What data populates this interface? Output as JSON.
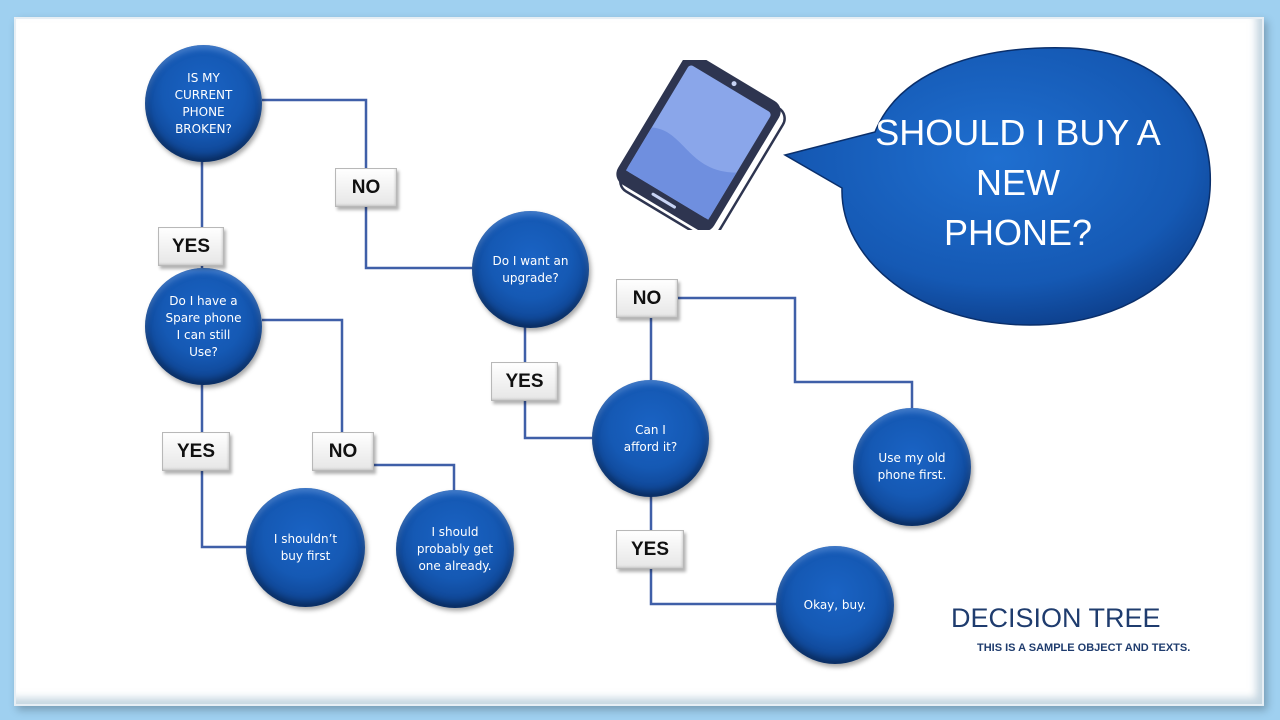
{
  "nodes": {
    "broken": "IS MY\nCURRENT\nPHONE\nBROKEN?",
    "spare": "Do I have a\nSpare phone\nI can still\nUse?",
    "upgrade": "Do I want an\nupgrade?",
    "afford": "Can I\nafford it?",
    "dont_buy": "I shouldn’t\nbuy first",
    "should_get": "I should\nprobably get\none already.",
    "use_old": "Use my old\nphone first.",
    "okay_buy": "Okay, buy."
  },
  "labels": {
    "no_1": "NO",
    "yes_1": "YES",
    "yes_2": "YES",
    "no_2": "NO",
    "yes_3": "YES",
    "no_3": "NO",
    "yes_4": "YES"
  },
  "question": "SHOULD I BUY A\nNEW\nPHONE?",
  "footer": {
    "title": "DECISION TREE",
    "subtitle": "THIS IS A SAMPLE OBJECT AND TEXTS."
  },
  "colors": {
    "node_blue": "#1559b4",
    "connector": "#3f5fa8",
    "footer_text": "#1f3c6e",
    "background": "#9fd0f0"
  },
  "icons": [
    "smartphone-icon",
    "speech-bubble"
  ]
}
